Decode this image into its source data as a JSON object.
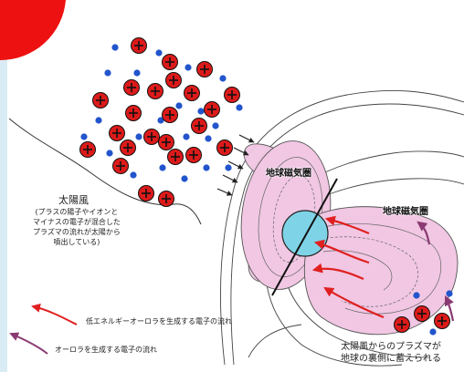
{
  "labels": {
    "solar_wind": "太陽風",
    "solar_wind_note": "(プラスの陽子やイオンと\nマイナスの電子が混合した\nプラズマの流れが太陽から\n噴出している)",
    "magnetosphere_left": "地球磁気圏",
    "magnetosphere_right": "地球磁気圏",
    "legend_low_energy": "低エネルギーオーロラを生成する電子の流れ",
    "legend_aurora": "オーロラを生成する電子の流れ",
    "plasma_storage": "太陽風からのプラズマが\n地球の裏側に蓄えられる"
  },
  "colors": {
    "sun": "#ee1111",
    "proton": "#dd1a1a",
    "electron": "#2255cc",
    "earth": "#7fd3e6",
    "magnetosphere_fill": "#f1c7e3",
    "low_energy_arrow": "#e02020",
    "aurora_arrow": "#8a3a72",
    "left_strip": "#d9ecf6"
  },
  "icons": {
    "proton": "plus-in-red-circle",
    "electron": "blue-dot"
  }
}
